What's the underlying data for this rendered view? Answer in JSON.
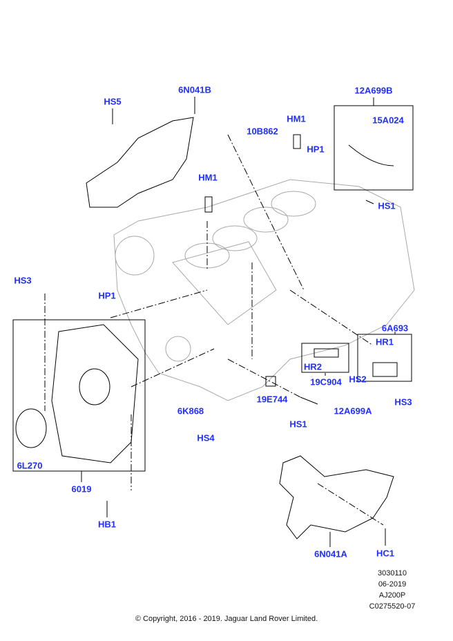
{
  "callouts": {
    "c6N041B": "6N041B",
    "cHS5a": "HS5",
    "c12A699B": "12A699B",
    "c15A024": "15A024",
    "cHM1a": "HM1",
    "c10B862": "10B862",
    "cHP1a": "HP1",
    "cHM1b": "HM1",
    "cHS1a": "HS1",
    "cHS3a": "HS3",
    "cHP1b": "HP1",
    "c6A693": "6A693",
    "cHR1": "HR1",
    "cHR2": "HR2",
    "c19C904": "19C904",
    "cHS2": "HS2",
    "cHS3b": "HS3",
    "c19E744": "19E744",
    "c6K868": "6K868",
    "c12A699A": "12A699A",
    "cHS4": "HS4",
    "cHS1b": "HS1",
    "c6L270": "6L270",
    "c6019": "6019",
    "cHB1": "HB1",
    "c6N041A": "6N041A",
    "cHC1": "HC1"
  },
  "meta": {
    "illustration": "3030110",
    "date": "06-2019",
    "model": "AJ200P",
    "ref": "C0275520-07"
  },
  "copyright": "© Copyright, 2016 - 2019. Jaguar Land Rover Limited.",
  "colors": {
    "callout": "#1f2fff",
    "line": "#000000",
    "sketch": "#9a9a9a"
  }
}
